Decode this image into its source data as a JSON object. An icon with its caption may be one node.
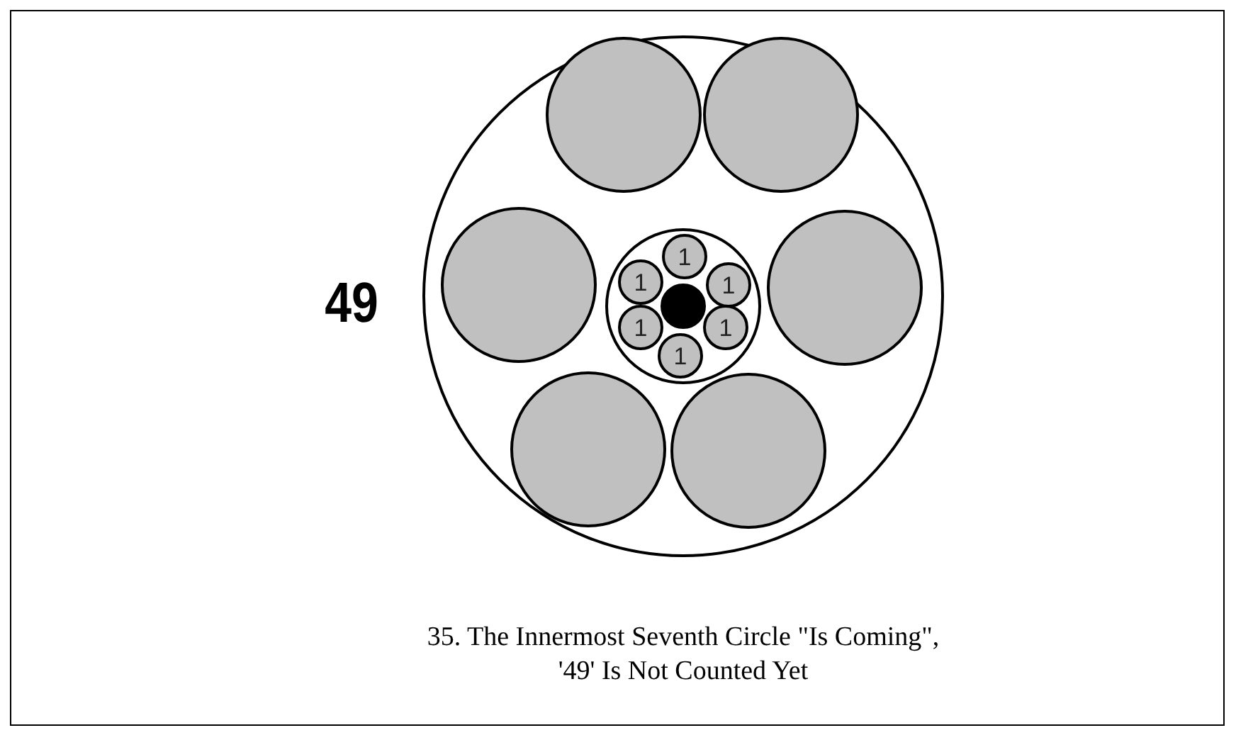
{
  "diagram": {
    "caption": "35. The Innermost Seventh Circle \"Is Coming\", '49' Is Not Counted Yet",
    "nodes": [
      {
        "text": [],
        "shape": "circle"
      },
      {
        "text": [],
        "shape": "circle",
        "in": 0
      },
      {
        "text": [],
        "shape": "circle",
        "in": 0
      },
      {
        "text": [],
        "shape": "circle",
        "in": 0
      },
      {
        "text": [],
        "shape": "circle",
        "in": 0
      },
      {
        "text": [],
        "shape": "circle",
        "in": 0
      },
      {
        "text": [],
        "shape": "circle",
        "in": 0
      },
      {
        "text": [],
        "shape": "circle",
        "in": 0
      },
      {
        "text": [
          "1"
        ],
        "in": 7
      },
      {
        "text": [
          "1"
        ],
        "in": 7
      },
      {
        "text": [
          "1"
        ],
        "in": 7
      },
      {
        "text": [
          "1"
        ],
        "in": 7
      },
      {
        "text": [
          "1"
        ],
        "in": 7
      },
      {
        "text": [
          "1"
        ],
        "in": 7
      },
      {
        "text": [],
        "shape": "circle",
        "in": 7
      }
    ],
    "labels": [
      "49"
    ]
  }
}
